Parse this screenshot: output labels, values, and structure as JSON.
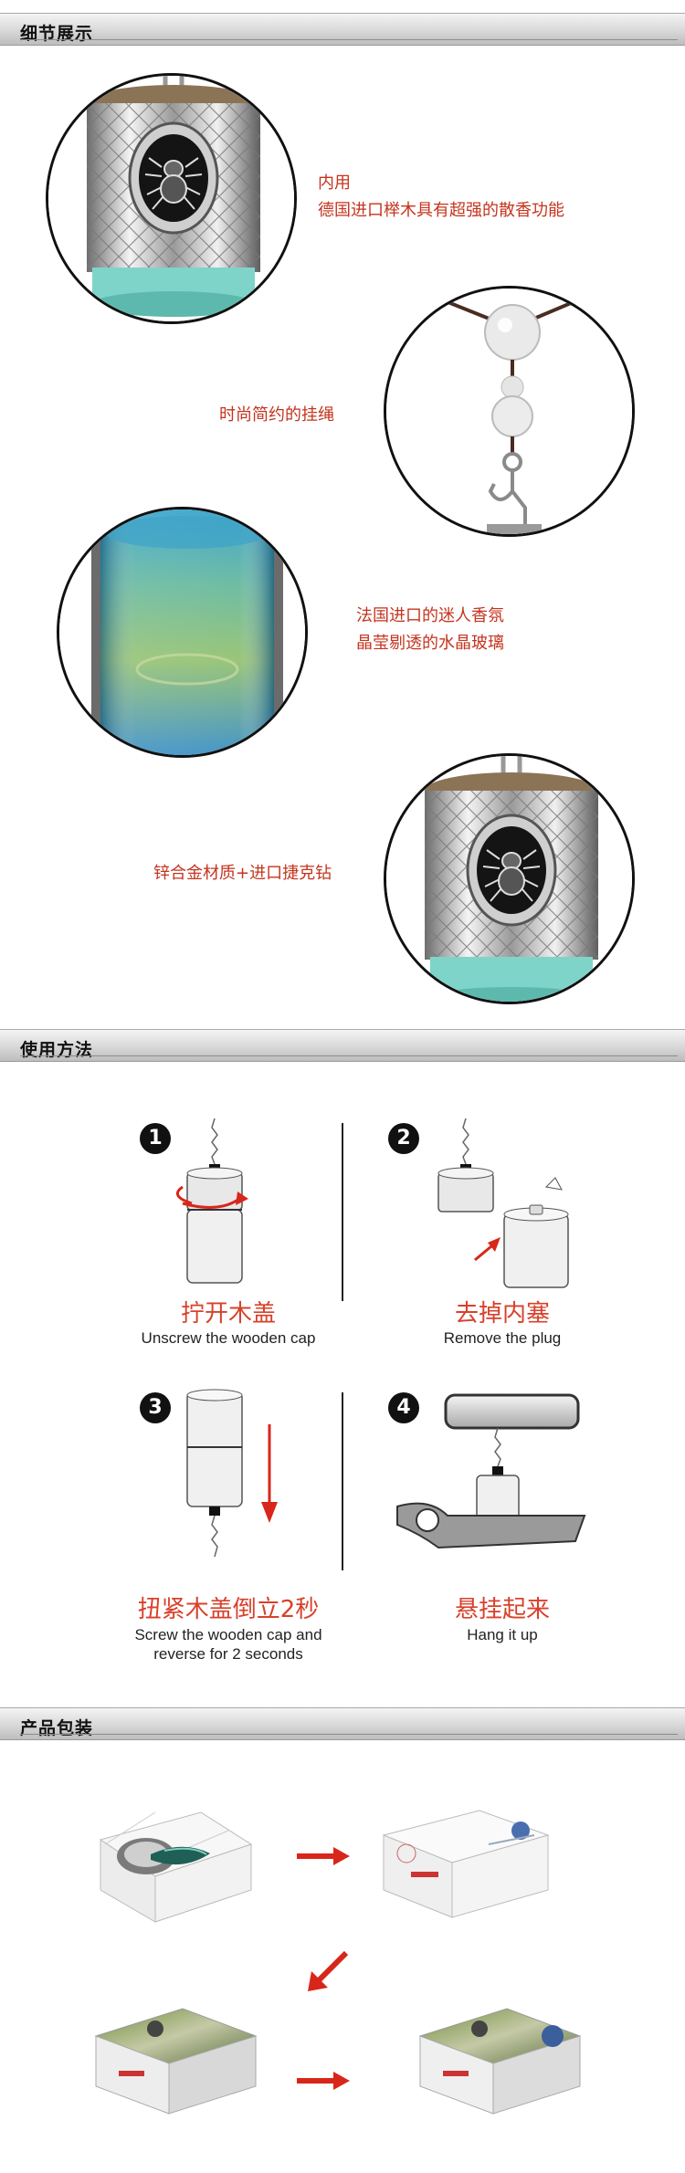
{
  "sections": {
    "details_title": "细节展示",
    "usage_title": "使用方法",
    "package_title": "产品包装"
  },
  "details": {
    "item1_line1": "内用",
    "item1_line2": "德国进口榉木具有超强的散香功能",
    "item2": "时尚简约的挂绳",
    "item3_line1": "法国进口的迷人香氛",
    "item3_line2": "晶莹剔透的水晶玻璃",
    "item4": "锌合金材质+进口捷克钻"
  },
  "steps": [
    {
      "num": "1",
      "cn": "拧开木盖",
      "en": "Unscrew the wooden cap"
    },
    {
      "num": "2",
      "cn": "去掉内塞",
      "en": "Remove the plug"
    },
    {
      "num": "3",
      "cn": "扭紧木盖倒立2秒",
      "en_line1": "Screw the wooden cap and",
      "en_line2": "reverse for 2 seconds"
    },
    {
      "num": "4",
      "cn": "悬挂起来",
      "en": "Hang it up"
    }
  ],
  "colors": {
    "accent_red": "#c4341e",
    "arrow_red": "#d8261a"
  },
  "icons": [
    "hook-icon",
    "spider-emblem-icon",
    "rotate-arrow-icon",
    "down-arrow-icon",
    "right-arrow-icon"
  ]
}
